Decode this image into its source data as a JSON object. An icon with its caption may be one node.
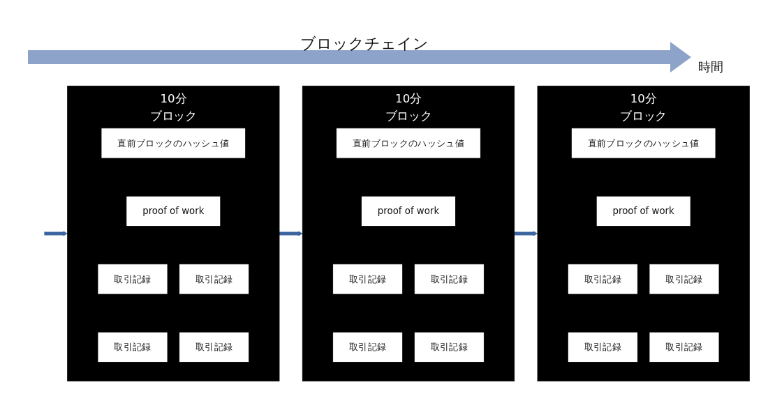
{
  "diagram": {
    "nodes": [
      {
        "text": [
          "10分",
          "ブロック"
        ]
      },
      {
        "text": [
          "直前ブロックのハッシュ値"
        ],
        "in": 0
      },
      {
        "text": [
          "proof of work"
        ],
        "in": 0
      },
      {
        "text": [
          "取引記録"
        ],
        "in": 0
      },
      {
        "text": [
          "取引記録"
        ],
        "in": 0
      },
      {
        "text": [
          "取引記録"
        ],
        "in": 0
      },
      {
        "text": [
          "取引記録"
        ],
        "in": 0
      },
      {
        "text": [
          "10分",
          "ブロック"
        ]
      },
      {
        "text": [
          "直前ブロックのハッシュ値"
        ],
        "in": 7
      },
      {
        "text": [
          "proof of work"
        ],
        "in": 7
      },
      {
        "text": [
          "取引記録"
        ],
        "in": 7
      },
      {
        "text": [
          "取引記録"
        ],
        "in": 7
      },
      {
        "text": [
          "取引記録"
        ],
        "in": 7
      },
      {
        "text": [
          "取引記録"
        ],
        "in": 7
      },
      {
        "text": [
          "10分",
          "ブロック"
        ]
      },
      {
        "text": [
          "直前ブロックのハッシュ値"
        ],
        "in": 14
      },
      {
        "text": [
          "proof of work"
        ],
        "in": 14
      },
      {
        "text": [
          "取引記録"
        ],
        "in": 14
      },
      {
        "text": [
          "取引記録"
        ],
        "in": 14
      },
      {
        "text": [
          "取引記録"
        ],
        "in": 14
      },
      {
        "text": [
          "取引記録"
        ],
        "in": 14
      }
    ],
    "edges": [
      {
        "from": null,
        "to": 0,
        "arrow": "to"
      },
      {
        "from": 0,
        "to": 7,
        "arrow": "to"
      },
      {
        "from": 7,
        "to": 14,
        "arrow": "to"
      }
    ],
    "labels": [
      "ブロックチェイン",
      "時間"
    ]
  }
}
